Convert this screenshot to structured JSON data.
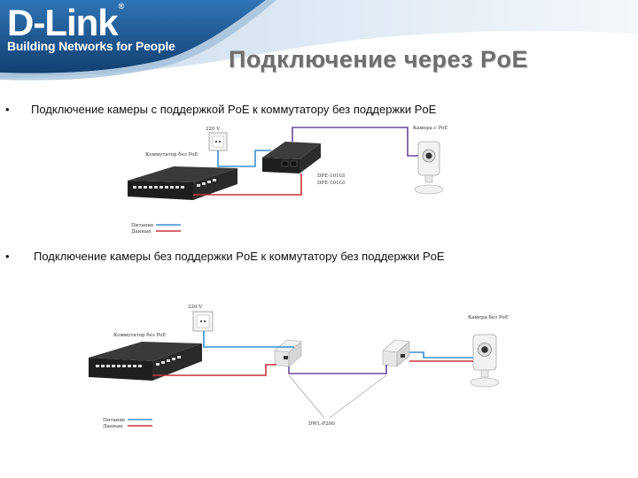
{
  "brand": {
    "logo_text": "D-Link",
    "registered_mark": "®",
    "tagline": "Building Networks for People"
  },
  "slide": {
    "title": "Подключение через PoE"
  },
  "bullets": [
    {
      "marker": "•",
      "text": "Подключение камеры с поддержкой PoE к коммутатору без поддержки PoE"
    },
    {
      "marker": "•",
      "text": "Подключение камеры без поддержки PoE к коммутатору без поддержки PoE"
    }
  ],
  "diagram1": {
    "outlet_label": "220 V",
    "switch_label": "Коммутатор без PoE",
    "injector_label_1": "DPE-101GI",
    "injector_label_2": "DPE-101GI",
    "camera_label": "Камера с PoE",
    "legend_power": "Питание",
    "legend_data": "Данные"
  },
  "diagram2": {
    "outlet_label": "220 V",
    "switch_label": "Коммутатор без PoE",
    "splitter_label": "DWL-P200",
    "camera_label": "Камера без PoE",
    "legend_power": "Питание",
    "legend_data": "Данные"
  },
  "colors": {
    "header_blue": "#1c5a96",
    "header_light": "#dbe8f3",
    "title_gray": "#6e6e6e",
    "power_line": "#3a8fd0",
    "data_line": "#c8323a",
    "combined_line": "#6a4a9a"
  }
}
